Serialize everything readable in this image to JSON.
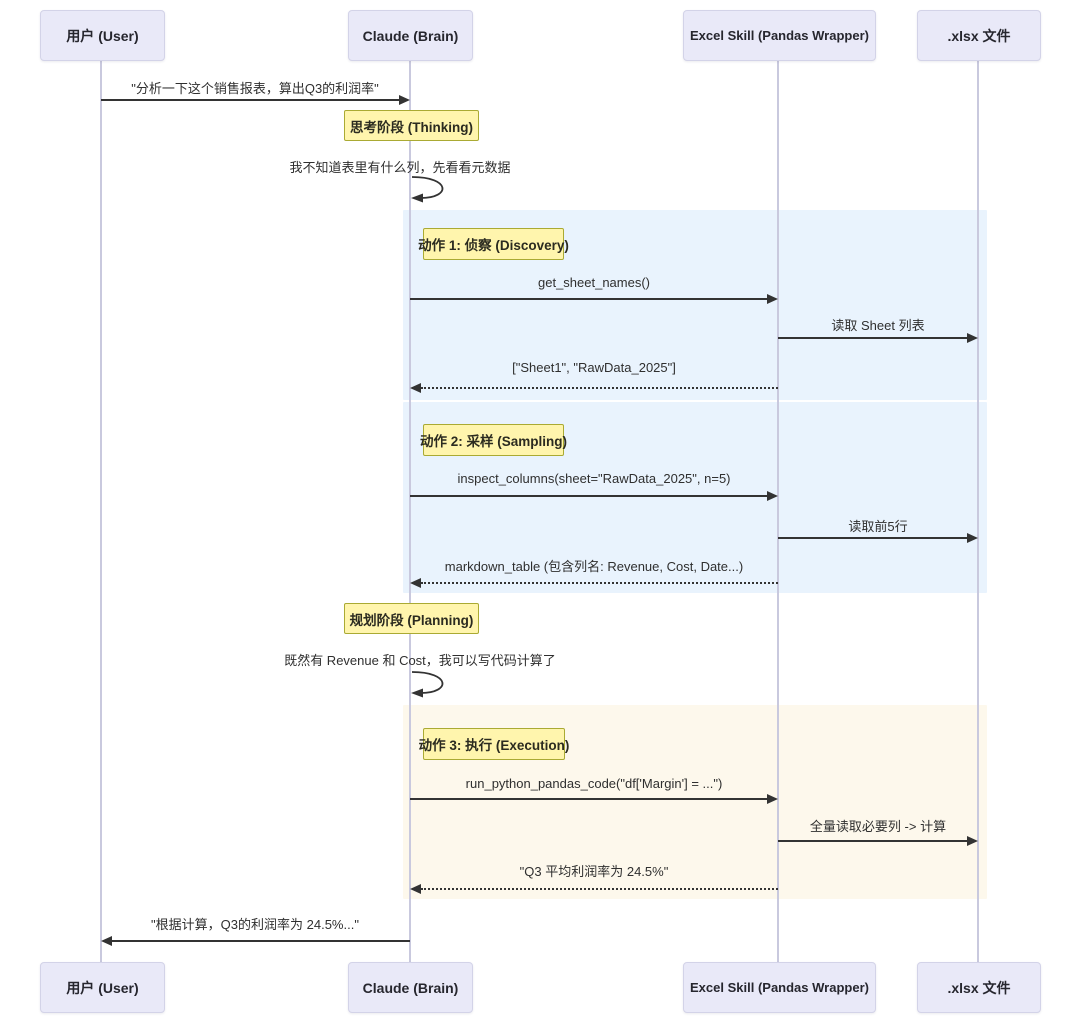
{
  "diagram_type": "sequence-diagram",
  "colors": {
    "participant_fill": "#e9e9f8",
    "participant_border": "#d3d3e8",
    "note_fill": "#fff5ad",
    "note_border": "#aaaa33",
    "section_blue": "#e9f3fd",
    "section_cream": "#fdf8ec",
    "line": "#333333",
    "lifeline": "#c9c9de",
    "text": "#2f2f2f"
  },
  "participants": [
    {
      "label": "用户 (User)"
    },
    {
      "label": "Claude (Brain)"
    },
    {
      "label": "Excel Skill (Pandas Wrapper)"
    },
    {
      "label": ".xlsx 文件"
    }
  ],
  "flow": {
    "user_request": "\"分析一下这个销售报表，算出Q3的利润率\"",
    "note_thinking": "思考阶段 (Thinking)",
    "self_thinking": "我不知道表里有什么列，先看看元数据",
    "sections": [
      {
        "label": "动作 1: 侦察 (Discovery)",
        "call": "get_sheet_names()",
        "file_op": "读取 Sheet 列表",
        "return": "[\"Sheet1\", \"RawData_2025\"]"
      },
      {
        "label": "动作 2: 采样 (Sampling)",
        "call": "inspect_columns(sheet=\"RawData_2025\", n=5)",
        "file_op": "读取前5行",
        "return": "markdown_table (包含列名: Revenue, Cost, Date...)"
      },
      {
        "label": "动作 3: 执行 (Execution)",
        "call": "run_python_pandas_code(\"df['Margin'] = ...\")",
        "file_op": "全量读取必要列 -> 计算",
        "return": "\"Q3 平均利润率为 24.5%\""
      }
    ],
    "note_planning": "规划阶段 (Planning)",
    "self_planning": "既然有 Revenue 和 Cost，我可以写代码计算了",
    "final_reply": "\"根据计算，Q3的利润率为 24.5%...\""
  }
}
